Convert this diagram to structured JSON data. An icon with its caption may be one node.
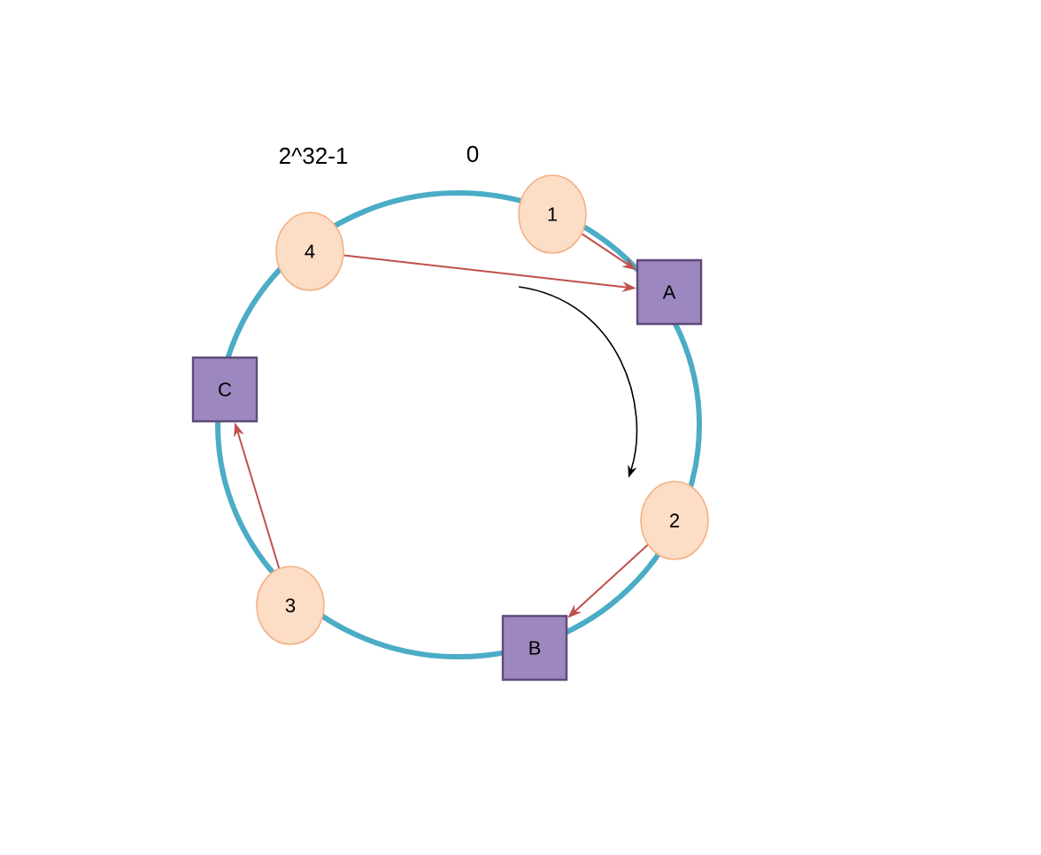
{
  "diagram": {
    "nodes": [
      {
        "text": [
          "1"
        ]
      },
      {
        "text": [
          "A"
        ]
      },
      {
        "text": [
          "4"
        ]
      },
      {
        "text": [
          "C"
        ]
      },
      {
        "text": [
          "2"
        ]
      },
      {
        "text": [
          "3"
        ]
      },
      {
        "text": [
          "B"
        ]
      }
    ],
    "edges": [
      {
        "from": 0,
        "to": 1,
        "arrow": "to"
      },
      {
        "from": 2,
        "to": 1,
        "arrow": "to"
      },
      {
        "from": 4,
        "to": 6,
        "arrow": "to"
      },
      {
        "from": 5,
        "to": 3,
        "arrow": "to"
      }
    ],
    "labels": [
      "2^32-1",
      "0"
    ]
  }
}
